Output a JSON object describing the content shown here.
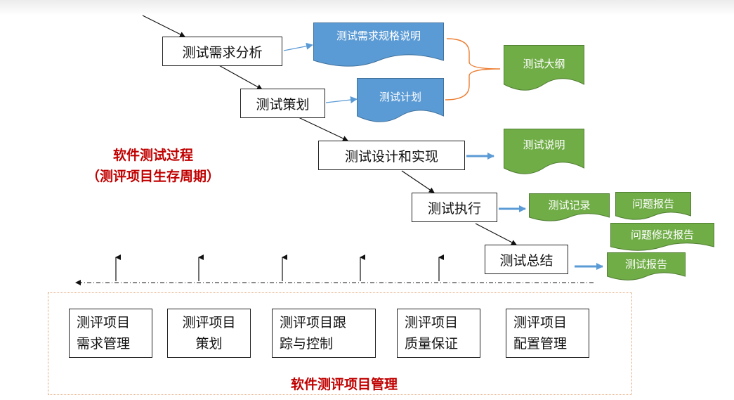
{
  "process": {
    "title": "软件测试过程",
    "subtitle": "（测评项目生存周期）",
    "steps": [
      "测试需求分析",
      "测试策划",
      "测试设计和实现",
      "测试执行",
      "测试总结"
    ]
  },
  "documents": {
    "requirements_spec": "测试需求规格说明",
    "test_plan": "测试计划",
    "test_outline": "测试大纲",
    "test_description": "测试说明",
    "test_record": "测试记录",
    "problem_report": "问题报告",
    "problem_change_report": "问题修改报告",
    "test_report": "测试报告"
  },
  "management": {
    "title": "软件测评项目管理",
    "boxes": [
      "测评项目\n需求管理",
      "测评项目\n策划",
      "测评项目跟\n踪与控制",
      "测评项目\n质量保证",
      "测评项目\n配置管理"
    ]
  },
  "colors": {
    "blue_doc": "#5b9bd5",
    "green_doc": "#70ad47",
    "title_red": "#c00000",
    "brace_orange": "#ed7d31"
  }
}
